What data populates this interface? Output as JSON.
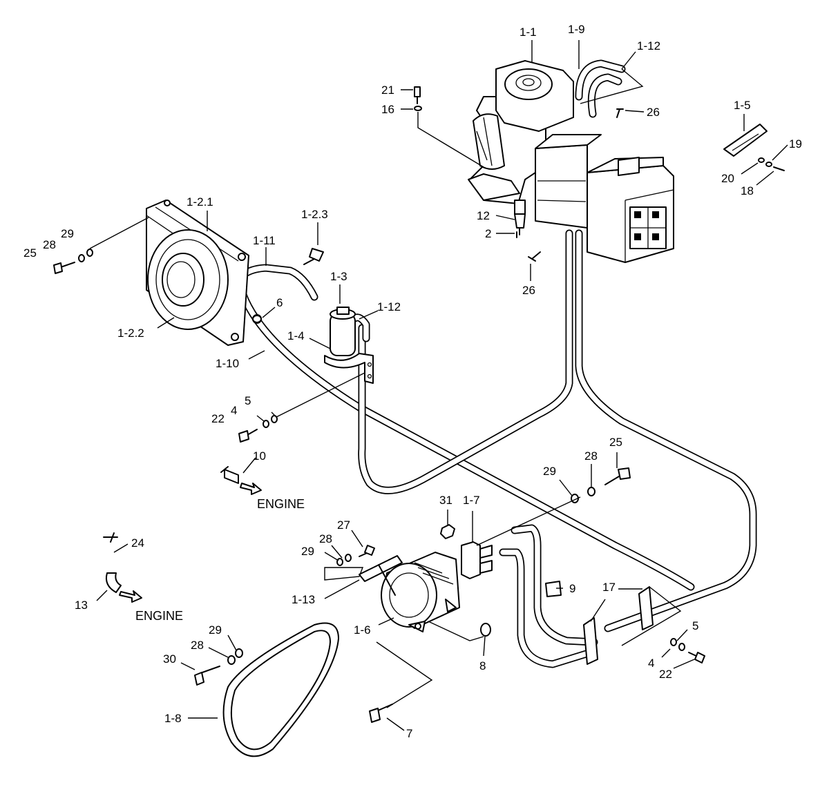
{
  "labels": {
    "engine_top": "ENGINE",
    "engine_bottom": "ENGINE"
  },
  "callouts": {
    "p1_1": "1-1",
    "p1_9": "1-9",
    "p1_12_top": "1-12",
    "p21": "21",
    "p16": "16",
    "p26_top": "26",
    "p1_5": "1-5",
    "p19": "19",
    "p20": "20",
    "p18": "18",
    "p12": "12",
    "p2": "2",
    "p26_mid": "26",
    "p1_2_1": "1-2.1",
    "p1_2_3": "1-2.3",
    "p29_top": "29",
    "p28_top": "28",
    "p25_top": "25",
    "p1_11": "1-11",
    "p1_3": "1-3",
    "p6": "6",
    "p1_12_mid": "1-12",
    "p1_4": "1-4",
    "p1_2_2": "1-2.2",
    "p1_10": "1-10",
    "p5_left": "5",
    "p4_left": "4",
    "p22_left": "22",
    "p10": "10",
    "p25_right": "25",
    "p28_right": "28",
    "p29_right": "29",
    "p31": "31",
    "p1_7": "1-7",
    "p27": "27",
    "p28_mid": "28",
    "p29_mid": "29",
    "p24": "24",
    "p13": "13",
    "p1_13": "1-13",
    "p9": "9",
    "p17": "17",
    "p5_right": "5",
    "p4_right": "4",
    "p22_right": "22",
    "p1_6": "1-6",
    "p8": "8",
    "p29_bottom": "29",
    "p28_bottom": "28",
    "p30": "30",
    "p1_8": "1-8",
    "p7": "7"
  }
}
